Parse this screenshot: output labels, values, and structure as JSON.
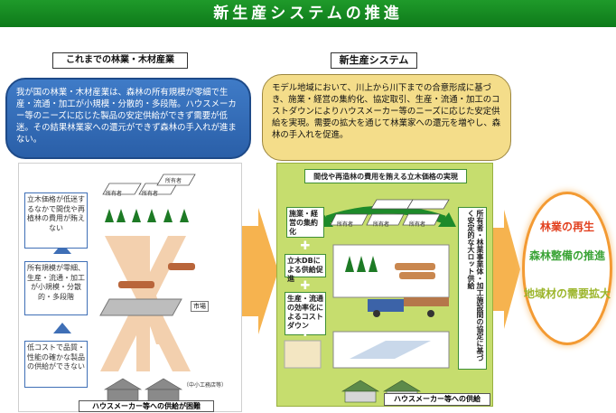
{
  "title": "新生産システムの推進",
  "left": {
    "heading": "これまでの林業・木材産業",
    "description": "我が国の林業・木材産業は、森林の所有規模が零細で生産・流通・加工が小規模・分散的・多段階。ハウスメーカー等のニーズに応じた製品の安定供給ができず需要が低迷。その結果林業家への還元ができず森林の手入れが進まない。",
    "note_1": "立木価格が低迷するなかで間伐や再植林の費用が賄えない",
    "note_2": "所有規模が零細、生産・流通・加工が小規模・分散的・多段階",
    "note_3": "低コストで品質・性能の確かな製品の供給ができない",
    "owner_label": "所有者",
    "market_label": "市場",
    "source": "（中小工務店等）",
    "supply_label": "ハウスメーカー等への供給が困難"
  },
  "right": {
    "heading": "新生産システム",
    "description": "モデル地域において、川上から川下までの合意形成に基づき、施業・経営の集約化、協定取引、生産・流通・加工のコストダウンによりハウスメーカー等のニーズに応じた安定供給を実現。需要の拡大を通じて林業家への還元を増やし、森林の手入れを促進。",
    "top_note": "間伐や再造林の費用を賄える立木価格の実現",
    "note_1": "施業・経営の集約化",
    "note_2": "立木DBによる供給促進",
    "note_3": "生産・流通の効率化によるコストダウン",
    "vertical_note": "所有者・林業事業体・加工施設間の協定に基づく安定的な大ロット供給",
    "owner_label": "所有者",
    "supply_label": "ハウスメーカー等への供給"
  },
  "outcomes": [
    "林業の再生",
    "森林整備の推進",
    "地域材の需要拡大"
  ],
  "colors": {
    "banner": "#148a22",
    "blue_bubble": "#2f69b4",
    "yellow_bubble": "#f4dd8a",
    "green_panel": "#c6dd6e",
    "arrow": "#f6b34f",
    "outcome_red": "#e2401f",
    "outcome_green": "#3aa335",
    "outcome_olive": "#9bb52a"
  }
}
